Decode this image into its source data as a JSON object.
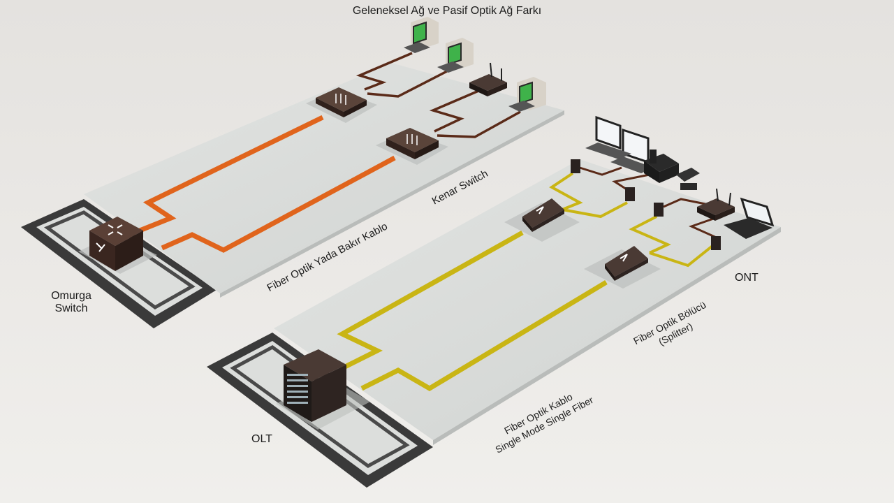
{
  "title": "Geleneksel Ağ ve Pasif Optik Ağ Farkı",
  "labels": {
    "backbone_line1": "Omurga",
    "backbone_line2": "Switch",
    "edge_switch": "Kenar Switch",
    "fiber_or_copper": "Fiber Optik Yada Bakır Kablo",
    "olt": "OLT",
    "ont": "ONT",
    "splitter_line1": "Fiber Optik Bölücü",
    "splitter_line2": "(Splitter)",
    "fiber_cable_line1": "Fiber Optik Kablo",
    "fiber_cable_line2": "Single Mode Single Fiber"
  },
  "colors": {
    "traditional_cable": "#e0641c",
    "pon_cable": "#c9b514",
    "copper_link": "#5a2a18",
    "platform": "#d6d8d6",
    "base_frame": "#3a3a3a",
    "device_body": "#3b2a24",
    "screen_green": "#3fb24a"
  },
  "icons": [
    "core-switch-icon",
    "edge-switch-icon",
    "pc-icon",
    "router-icon",
    "olt-icon",
    "splitter-icon",
    "ont-icon",
    "monitor-icon",
    "phone-icon",
    "laptop-icon"
  ]
}
